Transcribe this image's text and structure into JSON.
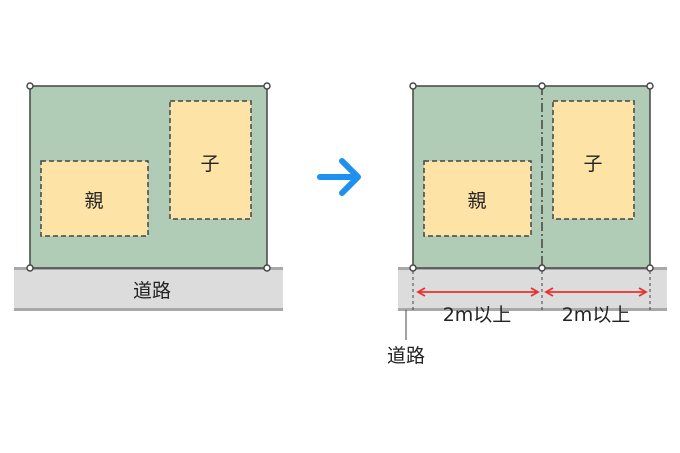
{
  "colors": {
    "lot_fill": "#b1ccb6",
    "house_fill": "#fde3a6",
    "road_fill": "#dcdcdc",
    "road_edge": "#a8a8a8",
    "line": "#444444",
    "arrow_blue": "#1e90f0",
    "dimension_red": "#e8322f"
  },
  "before": {
    "parent_label": "親",
    "child_label": "子",
    "road_label": "道路"
  },
  "transition_icon": "arrow-right-icon",
  "after": {
    "parent_label": "親",
    "child_label": "子",
    "road_label": "道路",
    "dimension_left": "2m以上",
    "dimension_right": "2m以上"
  }
}
